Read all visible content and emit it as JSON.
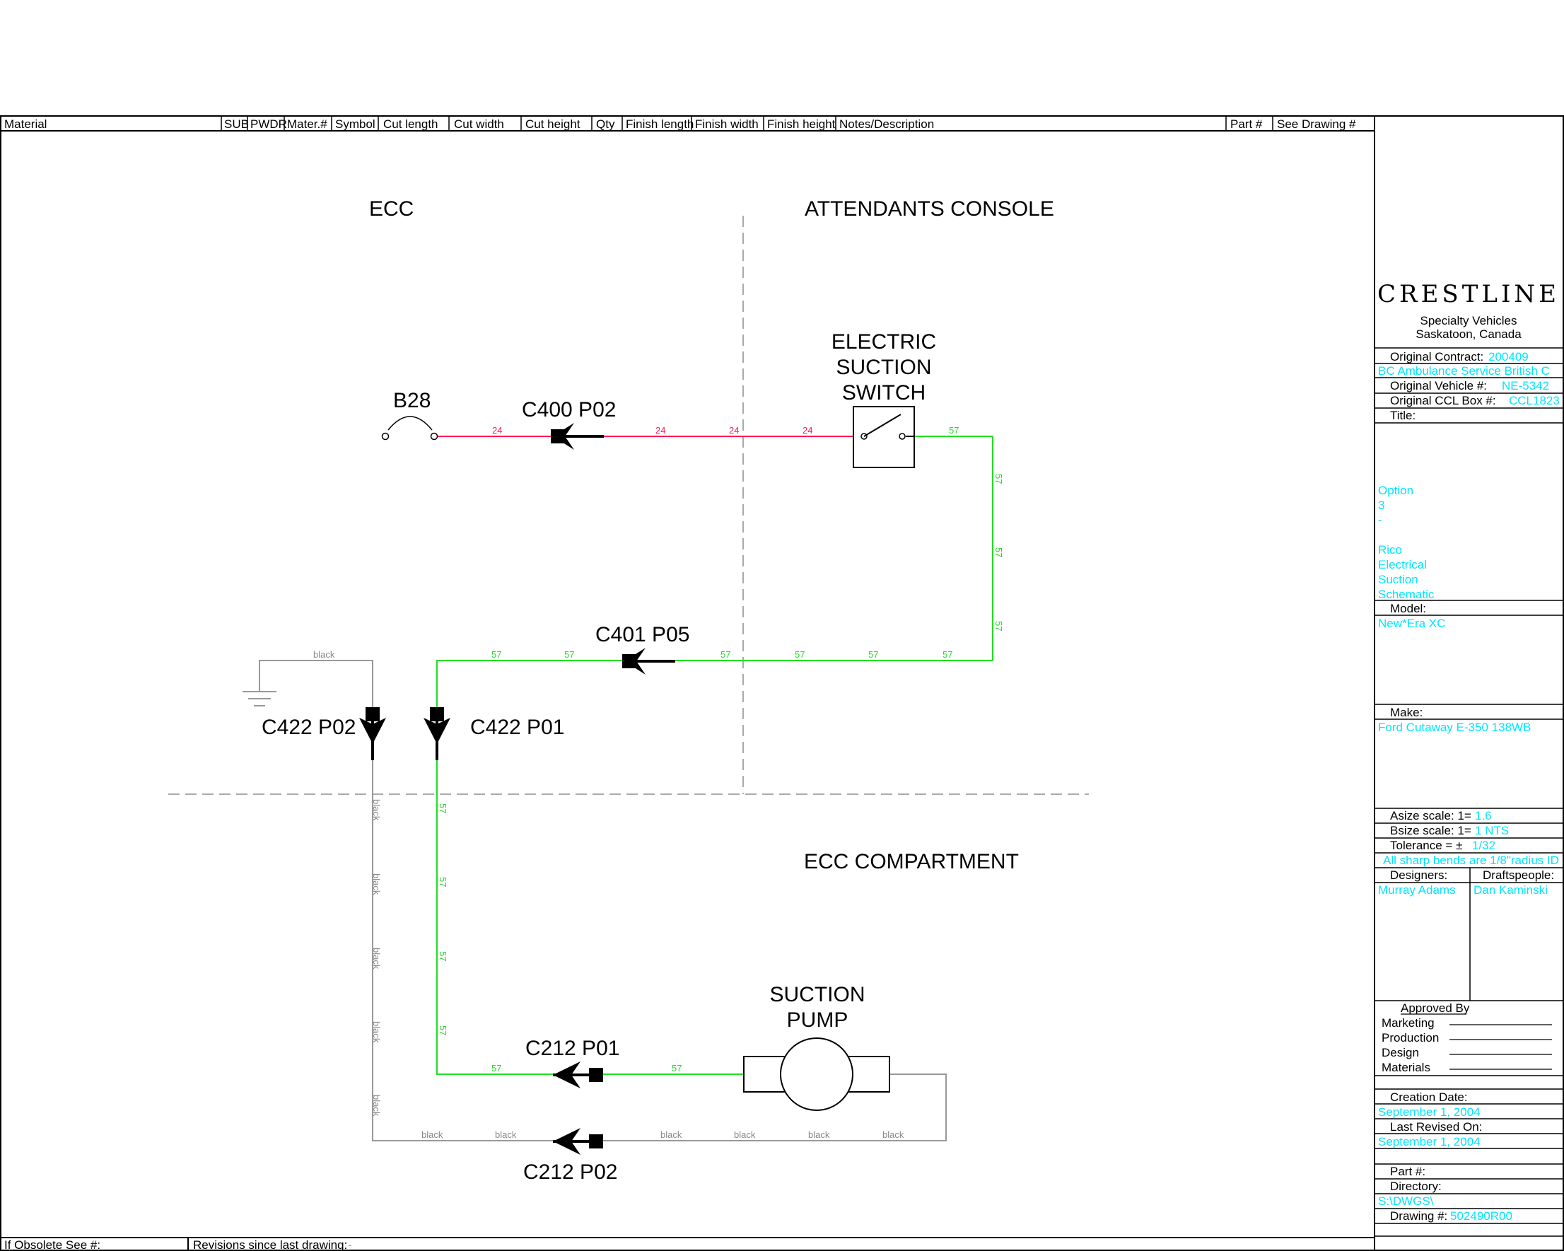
{
  "header": {
    "columns": [
      "Material",
      "SUB",
      "PWDR",
      "Mater.#",
      "Symbol",
      "Cut length",
      "Cut width",
      "Cut height",
      "Qty",
      "Finish length",
      "Finish width",
      "Finish height",
      "Notes/Description",
      "Part #",
      "See Drawing #"
    ]
  },
  "zones": {
    "ecc": "ECC",
    "attendants_console": "ATTENDANTS CONSOLE",
    "ecc_compartment": "ECC COMPARTMENT"
  },
  "components": {
    "b28": "B28",
    "switch_line1": "ELECTRIC",
    "switch_line2": "SUCTION",
    "switch_line3": "SWITCH",
    "pump_line1": "SUCTION",
    "pump_line2": "PUMP"
  },
  "connectors": {
    "c400_p02": "C400 P02",
    "c401_p05": "C401 P05",
    "c422_p02": "C422 P02",
    "c422_p01": "C422 P01",
    "c212_p01": "C212 P01",
    "c212_p02": "C212 P02"
  },
  "wires": {
    "red": "24",
    "green": "57",
    "black": "black",
    "colors": {
      "red": "#ff1a55",
      "green": "#22dd22",
      "black": "#888888"
    }
  },
  "title_block": {
    "logo": "CRESTLINE",
    "company": "Specialty Vehicles",
    "location": "Saskatoon, Canada",
    "original_contract_label": "Original Contract:",
    "original_contract_value": "200409",
    "customer": "BC Ambulance Service British C",
    "original_vehicle_label": "Original Vehicle #:",
    "original_vehicle_value": "NE-5342",
    "original_ccl_label": "Original CCL Box #:",
    "original_ccl_value": "CCL1823",
    "title_label": "Title:",
    "title_lines": [
      "Option",
      "3",
      "-",
      "Rico",
      "Electrical",
      "Suction",
      "Schematic"
    ],
    "model_label": "Model:",
    "model_value": "New*Era XC",
    "make_label": "Make:",
    "make_value": "Ford Cutaway E-350 138WB",
    "asize_label": "Asize scale: 1=",
    "asize_value": "1.6",
    "bsize_label": "Bsize scale: 1=",
    "bsize_value": "1 NTS",
    "tolerance_label": "Tolerance = ±",
    "tolerance_value": "1/32",
    "bends_note": "All sharp bends are 1/8\"radius ID",
    "designers_label": "Designers:",
    "designers_value": "Murray Adams",
    "draftspeople_label": "Draftspeople:",
    "draftspeople_value": "Dan Kaminski",
    "approved_by": "Approved By",
    "approvals": [
      "Marketing",
      "Production",
      "Design",
      "Materials"
    ],
    "creation_date_label": "Creation Date:",
    "creation_date_value": "September 1, 2004",
    "last_revised_label": "Last Revised On:",
    "last_revised_value": "September 1, 2004",
    "part_label": "Part #:",
    "directory_label": "Directory:",
    "directory_value": "S:\\DWGS\\",
    "drawing_label": "Drawing #:",
    "drawing_value": "502490R00"
  },
  "footer": {
    "obsolete_label": "If Obsolete See #:",
    "revisions_label": "Revisions since last drawing:",
    "revisions_value": "-"
  }
}
